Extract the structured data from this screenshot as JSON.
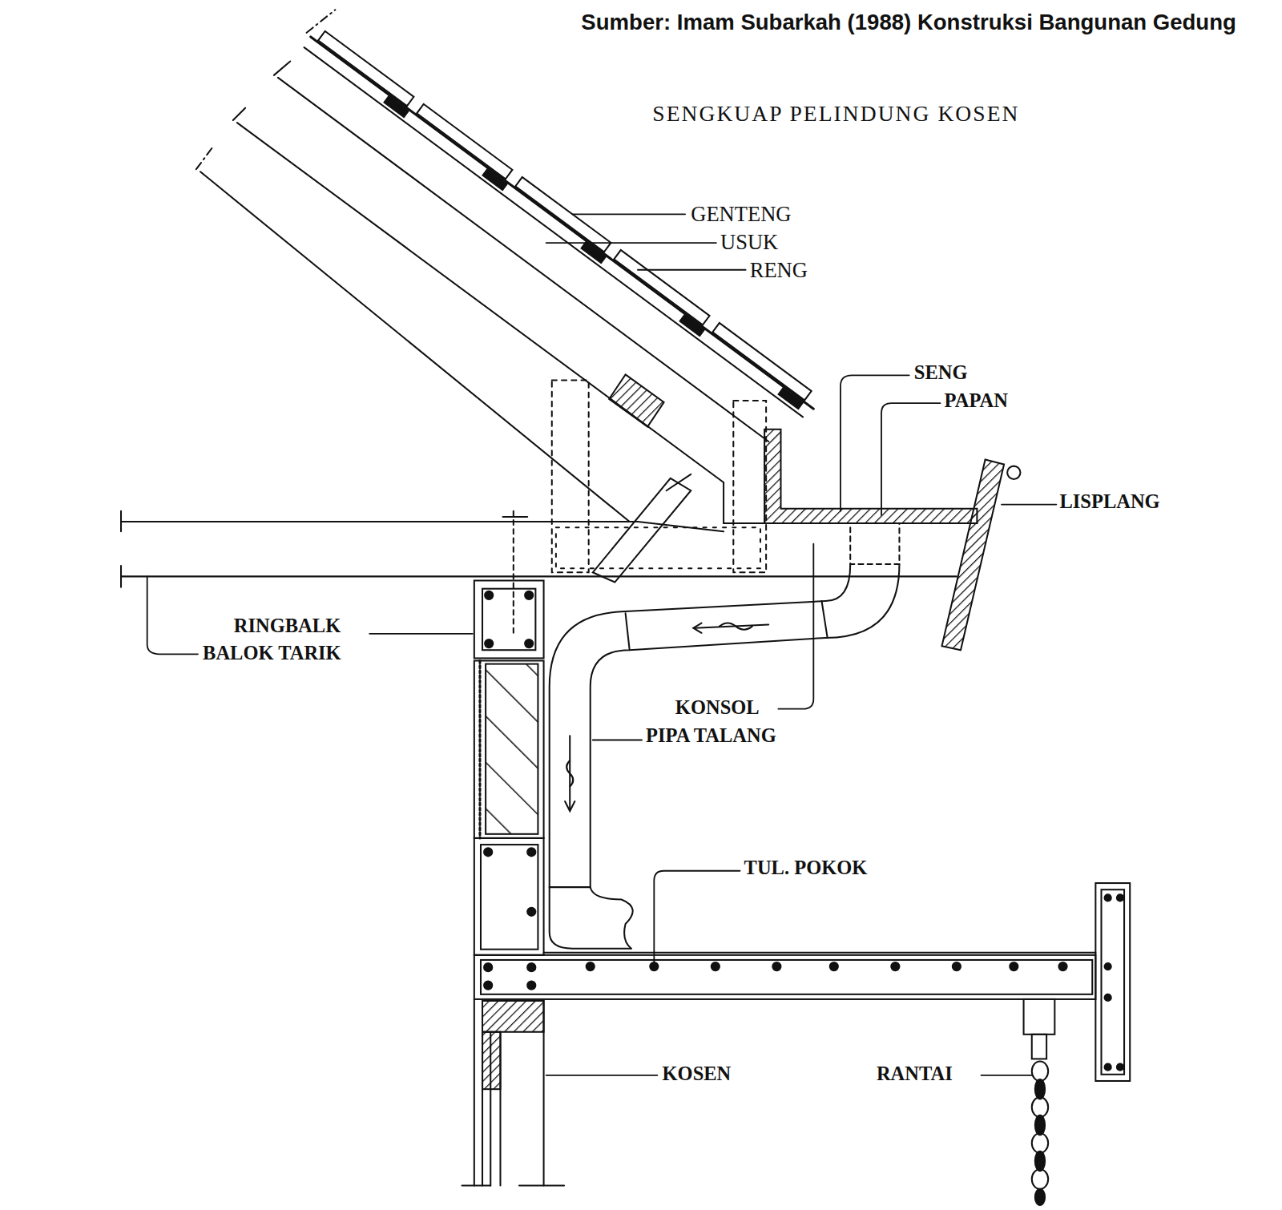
{
  "diagram": {
    "title": "SENGKUAP PELINDUNG KOSEN",
    "caption": "Sumber: Imam Subarkah (1988) Konstruksi Bangunan Gedung",
    "labels": [
      "GENTENG",
      "USUK",
      "RENG",
      "SENG",
      "PAPAN",
      "LISPLANG",
      "RINGBALK",
      "BALOK TARIK",
      "KONSOL",
      "PIPA TALANG",
      "TUL. POKOK",
      "KOSEN",
      "RANTAI"
    ]
  }
}
